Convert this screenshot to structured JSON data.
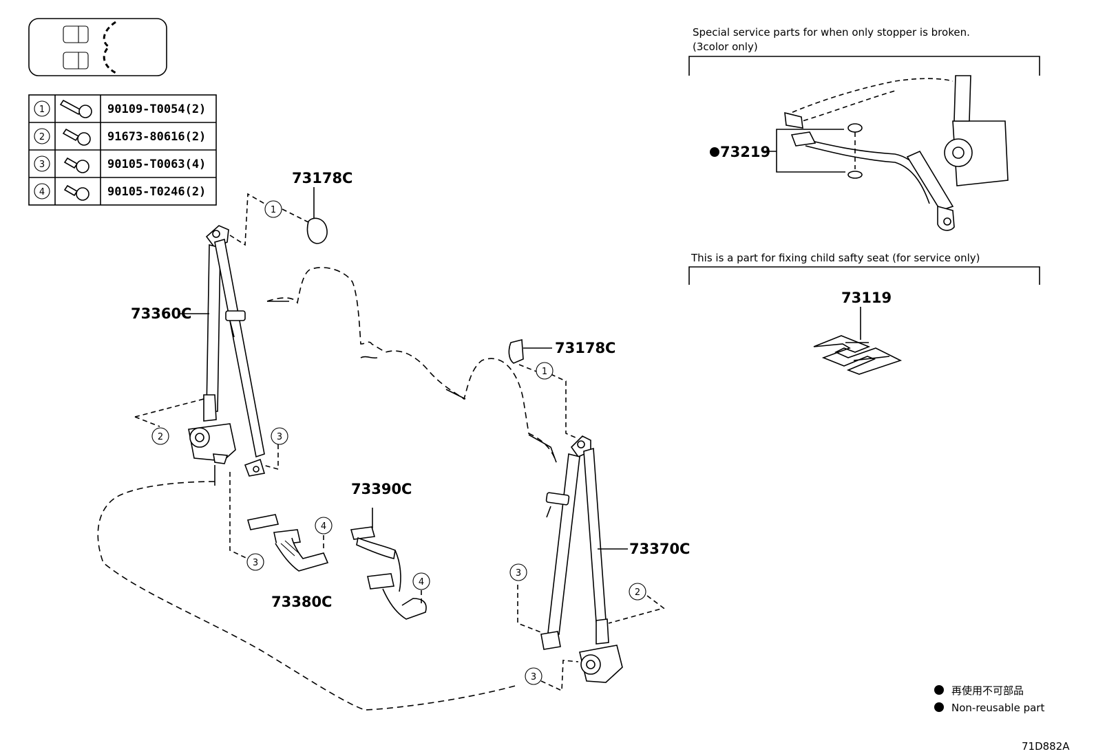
{
  "parts_table": [
    {
      "index": "1",
      "part": "90109-T0054(2)"
    },
    {
      "index": "2",
      "part": "91673-80616(2)"
    },
    {
      "index": "3",
      "part": "90105-T0063(4)"
    },
    {
      "index": "4",
      "part": "90105-T0246(2)"
    }
  ],
  "labels": {
    "cover_left": "73178C",
    "cover_right": "73178C",
    "belt_left": "73360C",
    "belt_right": "73370C",
    "buckle_a": "73390C",
    "buckle_b": "73380C",
    "stopper": "73219",
    "child_anchor": "73119"
  },
  "callouts": {
    "one": "1",
    "two": "2",
    "three": "3",
    "four": "4"
  },
  "notes": {
    "special_service_line1": "Special service parts for when only stopper is broken.",
    "special_service_line2": "(3color only)",
    "child_seat": "This is a part for fixing child safty seat (for service only)"
  },
  "legend": {
    "non_reusable_jp": "再使用不可部品",
    "non_reusable_en": "Non-reusable part"
  },
  "figure_id": "71D882A"
}
